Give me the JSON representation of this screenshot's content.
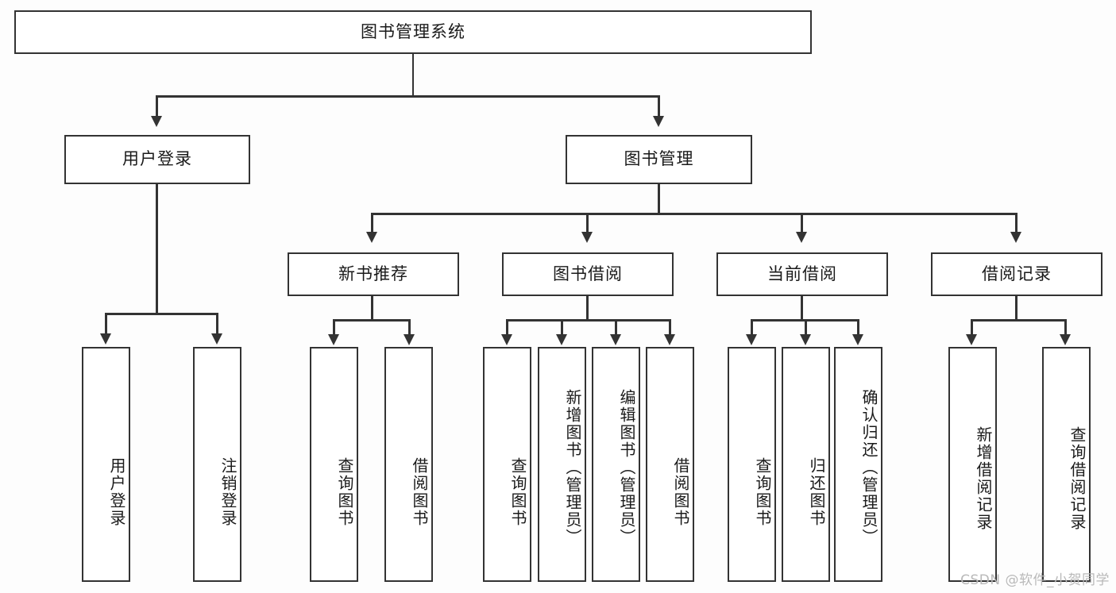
{
  "diagram": {
    "type": "hierarchy-tree",
    "title": "图书管理系统",
    "levels": 4,
    "watermark": "CSDN @软件_小贺同学",
    "colors": {
      "border": "#333333",
      "box_fill": "#ffffff",
      "background": "#fdfdfd",
      "text": "#1a1a1a",
      "watermark": "#b9b9b9"
    },
    "root": {
      "label": "图书管理系统"
    },
    "level2": [
      {
        "label": "用户登录"
      },
      {
        "label": "图书管理"
      }
    ],
    "level3": [
      {
        "label": "新书推荐"
      },
      {
        "label": "图书借阅"
      },
      {
        "label": "当前借阅"
      },
      {
        "label": "借阅记录"
      }
    ],
    "leaves": {
      "user_login": [
        {
          "label": "用户登录"
        },
        {
          "label": "注销登录"
        }
      ],
      "new_book_recommend": [
        {
          "label": "查询图书"
        },
        {
          "label": "借阅图书"
        }
      ],
      "book_borrow": [
        {
          "label": "查询图书"
        },
        {
          "label": "新增图书（管理员）"
        },
        {
          "label": "编辑图书（管理员）"
        },
        {
          "label": "借阅图书"
        }
      ],
      "current_borrow": [
        {
          "label": "查询图书"
        },
        {
          "label": "归还图书"
        },
        {
          "label": "确认归还（管理员）"
        }
      ],
      "borrow_record": [
        {
          "label": "新增借阅记录"
        },
        {
          "label": "查询借阅记录"
        }
      ]
    }
  }
}
